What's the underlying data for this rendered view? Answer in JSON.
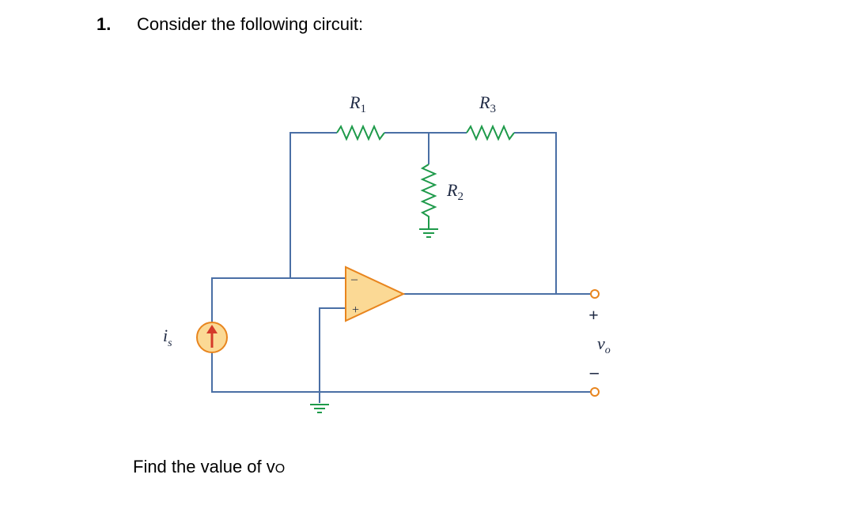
{
  "question": {
    "number": "1.",
    "prompt": "Consider the following circuit:",
    "ask_prefix": "Find the value of v",
    "ask_subscript": "O"
  },
  "circuit": {
    "labels": {
      "r1_main": "R",
      "r1_sub": "1",
      "r2_main": "R",
      "r2_sub": "2",
      "r3_main": "R",
      "r3_sub": "3",
      "is_main": "i",
      "is_sub": "s",
      "vo_main": "v",
      "vo_sub": "o",
      "plus": "+",
      "minus": "–",
      "opamp_minus": "–",
      "opamp_plus": "+"
    },
    "colors": {
      "wire": "#4a6fa5",
      "resistor": "#1e9a4a",
      "opamp_fill": "#fbd995",
      "opamp_stroke": "#e8851e",
      "source_fill": "#fbd995",
      "source_stroke": "#e8851e",
      "arrow": "#d43a2a",
      "terminal": "#e8851e"
    }
  }
}
